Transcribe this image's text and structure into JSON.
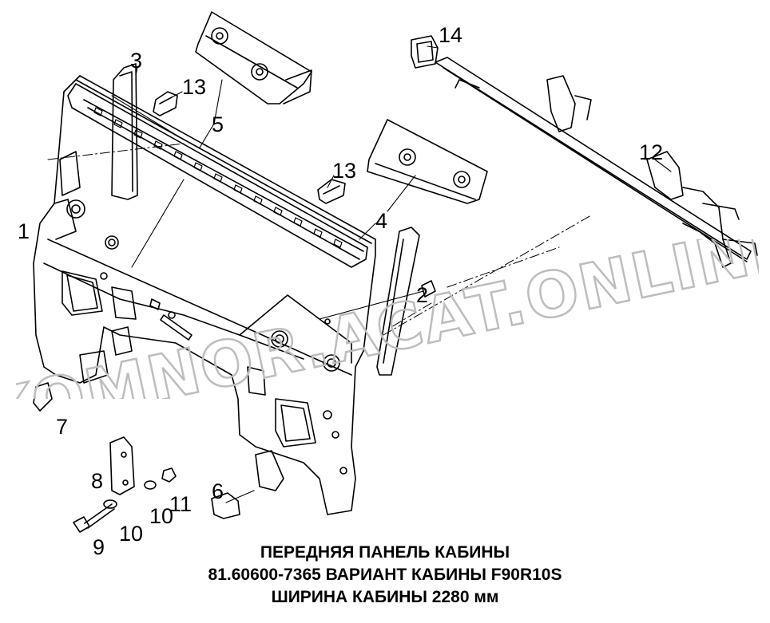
{
  "callouts": {
    "c1": "1",
    "c2": "2",
    "c3": "3",
    "c4": "4",
    "c5": "5",
    "c6": "6",
    "c7": "7",
    "c8": "8",
    "c9": "9",
    "c10a": "10",
    "c10b": "10",
    "c11": "11",
    "c12": "12",
    "c13a": "13",
    "c13b": "13",
    "c14": "14"
  },
  "caption": {
    "line1": "ПЕРЕДНЯЯ ПАНЕЛЬ КАБИНЫ",
    "line2": "81.60600-7365 ВАРИАНТ КАБИНЫ F90R10S",
    "line3": "ШИРИНА КАБИНЫ 2280 мм"
  },
  "watermark": {
    "text": "KOMNOR.ACAT.ONLINE",
    "color": "#cfcfcf"
  }
}
